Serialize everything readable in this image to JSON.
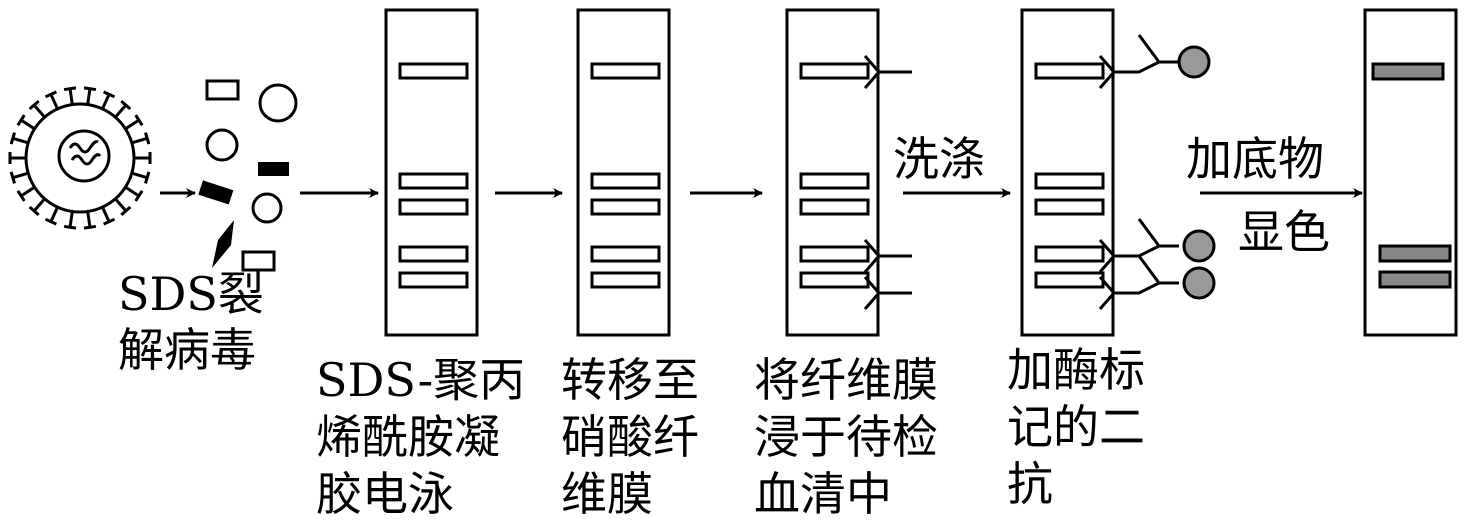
{
  "labels": {
    "step1": [
      "SDS裂",
      "解病毒"
    ],
    "step2": [
      "SDS-聚丙",
      "烯酰胺凝",
      "胶电泳"
    ],
    "step3": [
      "转移至",
      "硝酸纤",
      "维膜"
    ],
    "step4": [
      "将纤维膜",
      "浸于待检",
      "血清中"
    ],
    "step5": [
      "加酶标",
      "记的二",
      "抗"
    ],
    "wash": "洗涤",
    "substrate": [
      "加底物",
      "显色"
    ]
  },
  "colors": {
    "enzyme": "#999999",
    "stained_band": "#888888"
  }
}
